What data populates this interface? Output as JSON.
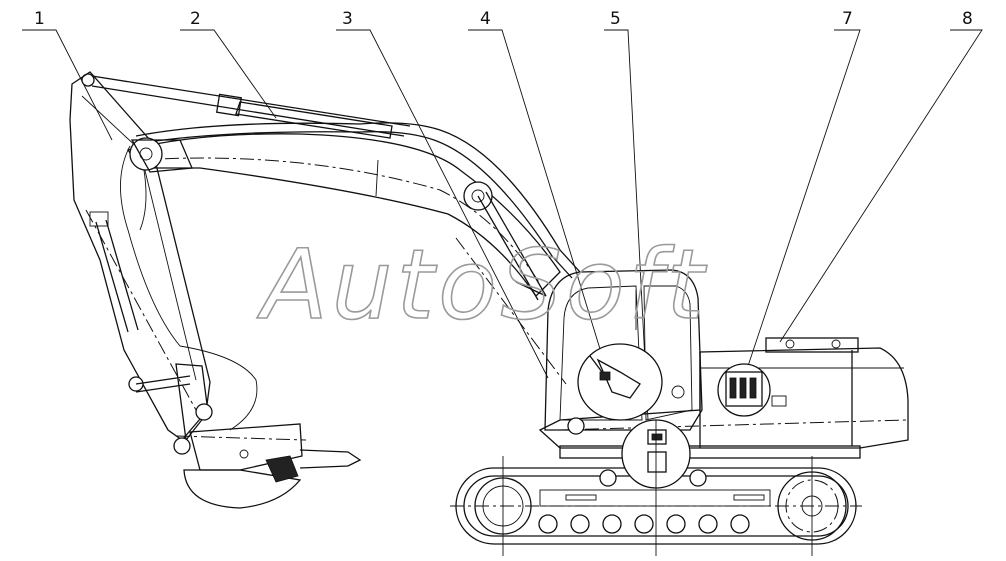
{
  "watermark": "AutoSoft",
  "callouts": [
    "1",
    "2",
    "3",
    "4",
    "5",
    "7",
    "8"
  ]
}
